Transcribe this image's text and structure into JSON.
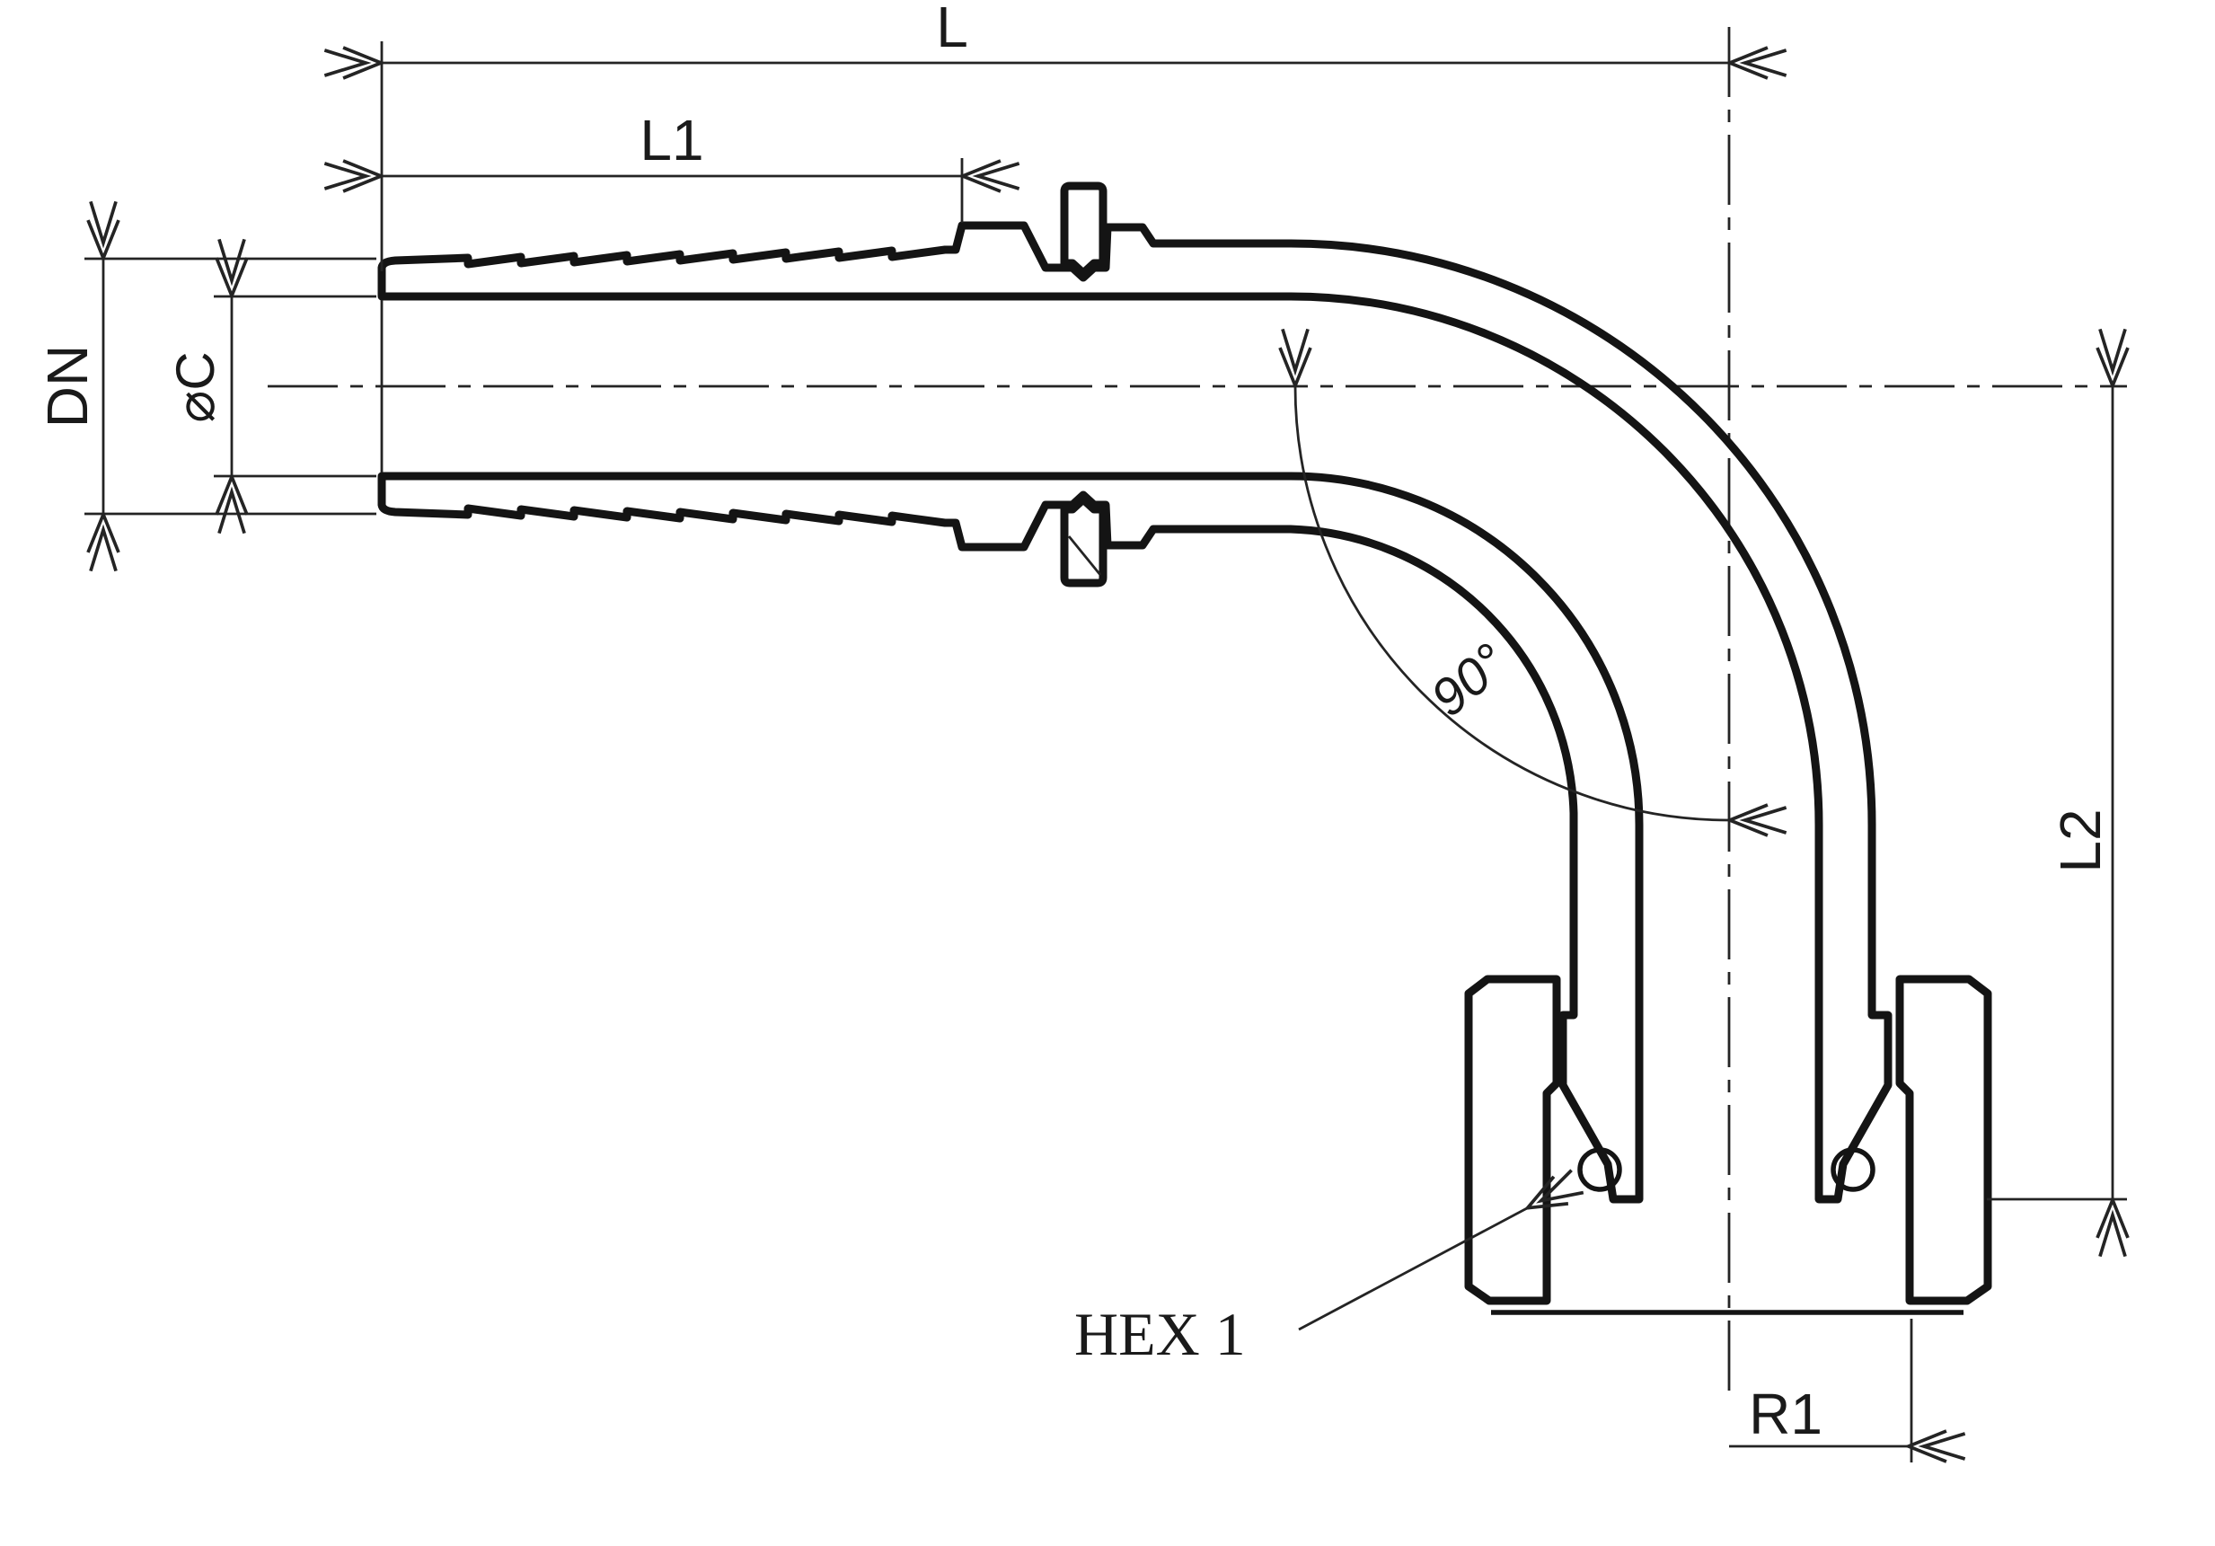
{
  "drawing": {
    "labels": {
      "overall_length": "L",
      "barb_length": "L1",
      "nominal_diameter": "DN",
      "bore_diameter": "⌀C",
      "bend_angle": "90°",
      "drop_length": "L2",
      "hex_size": "HEX 1",
      "thread_radius": "R1"
    },
    "colors": {
      "ink": "#1a1a1a",
      "background": "#ffffff"
    }
  }
}
